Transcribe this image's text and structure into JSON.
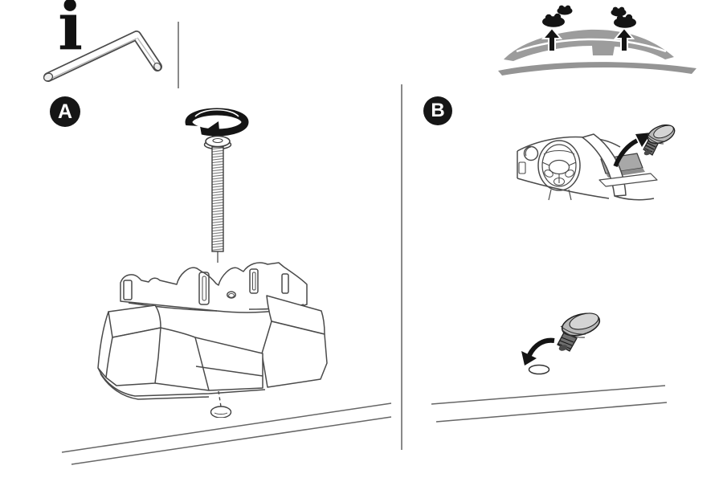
{
  "document": {
    "kind": "assembly-instruction-diagram",
    "background": "#ffffff"
  },
  "labels": {
    "info_symbol": "i",
    "step_a": "A",
    "step_b": "B"
  },
  "colors": {
    "ink": "#3f3f3f",
    "black": "#141414",
    "roof_gray": "#9c9c9c",
    "roof_band_gray": "#949494",
    "plug_cap_gray": "#b9b9b9",
    "plug_cap_top_gray": "#d4d4d4",
    "plug_stem_gray": "#6e6e6e",
    "glovebox_gray": "#a8a8a8",
    "divider_gray": "#8a8a8a"
  },
  "sections": {
    "info": {
      "badge": "i",
      "illustration": "allen-key"
    },
    "roof_overview": {
      "illustration": "car-roof-cross-section",
      "elements": [
        "removed-cover-plugs",
        "up-arrows",
        "roof-highlight-stripe"
      ]
    },
    "step_a": {
      "badge": "A",
      "elements": [
        "tighten-rotation-arrow",
        "mounting-bolt",
        "foot-pad",
        "dashed-alignment-line",
        "roof-fixpoint-hole",
        "roof-surface-lines"
      ]
    },
    "step_b": {
      "badge": "B",
      "elements": [
        "dashboard-with-steering-wheel",
        "glovebox-opening",
        "remove-plug-arrow",
        "threaded-plug",
        "insert-plug-arrow",
        "roof-fixpoint-hole",
        "roof-surface-lines"
      ]
    }
  }
}
